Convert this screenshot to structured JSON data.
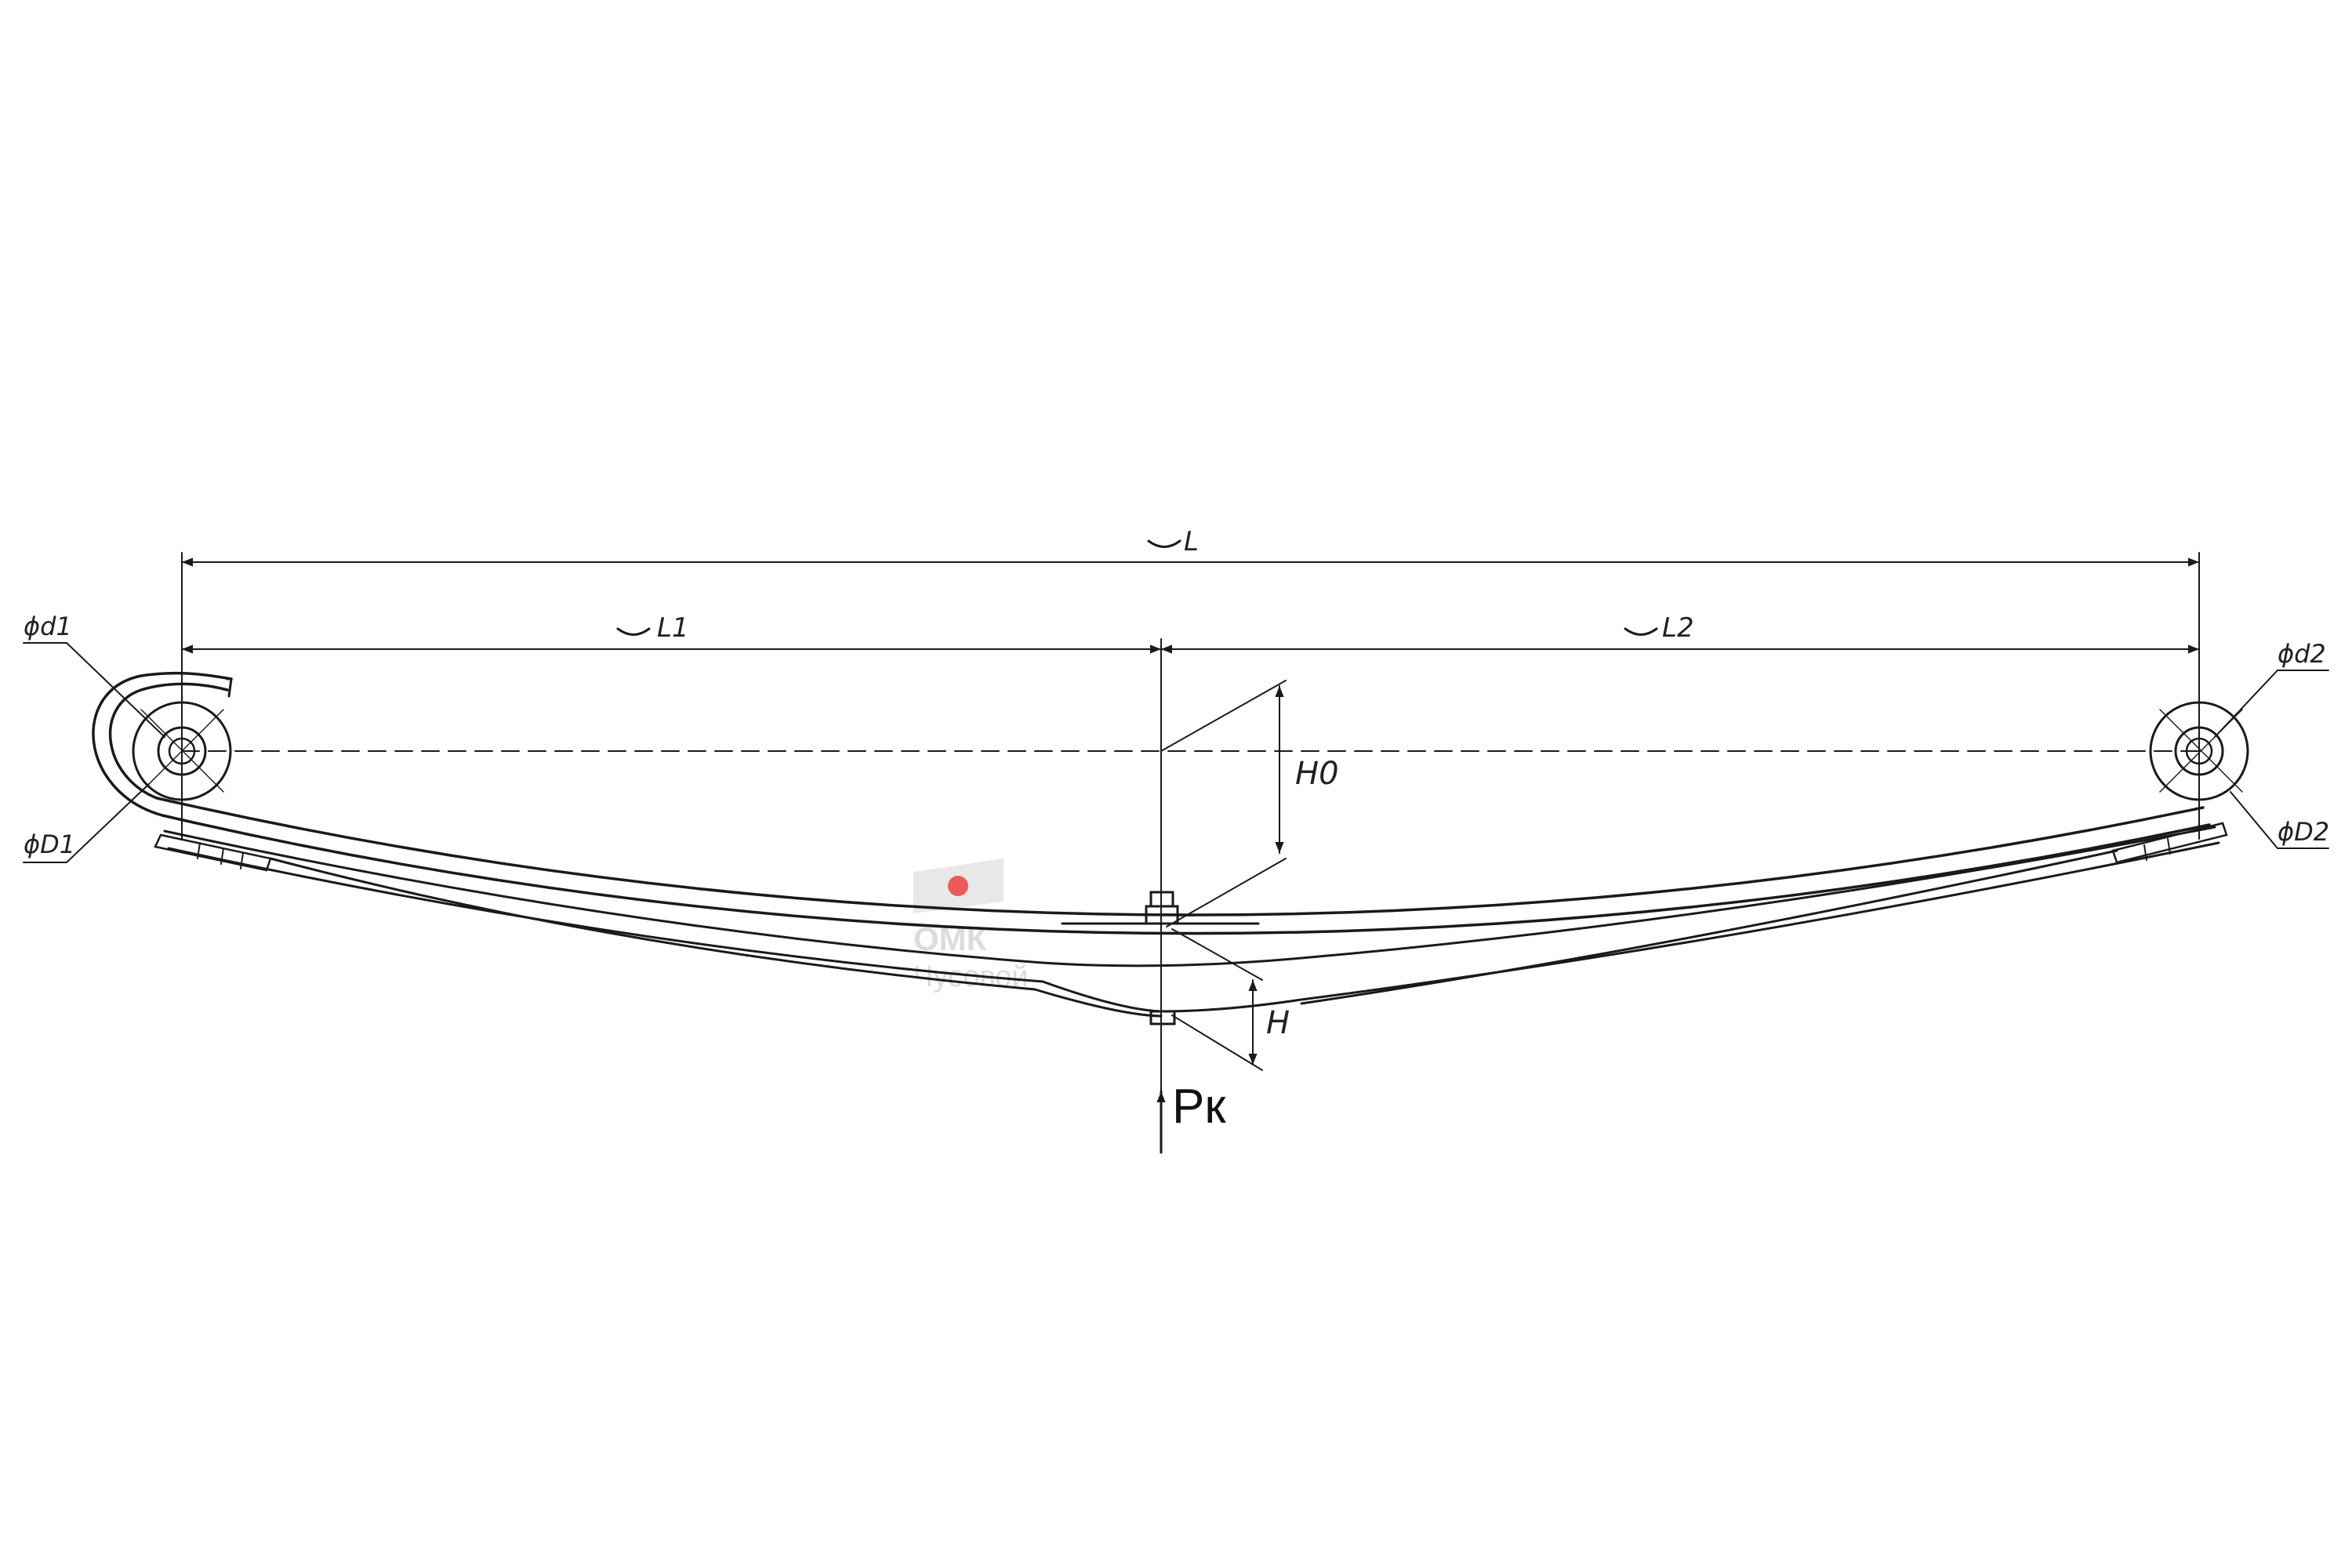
{
  "drawing": {
    "labels": {
      "L": "L",
      "L1": "L1",
      "L2": "L2",
      "H0": "H0",
      "H": "H",
      "Pk": "Pк",
      "d1": "ϕd1",
      "D1": "ϕD1",
      "d2": "ϕd2",
      "D2": "ϕD2"
    },
    "watermark": {
      "brand": "ОМК",
      "sub": "Чусовой",
      "dot_color": "#e84a4a"
    },
    "colors": {
      "line": "#1a1a1a",
      "background": "#ffffff"
    }
  }
}
